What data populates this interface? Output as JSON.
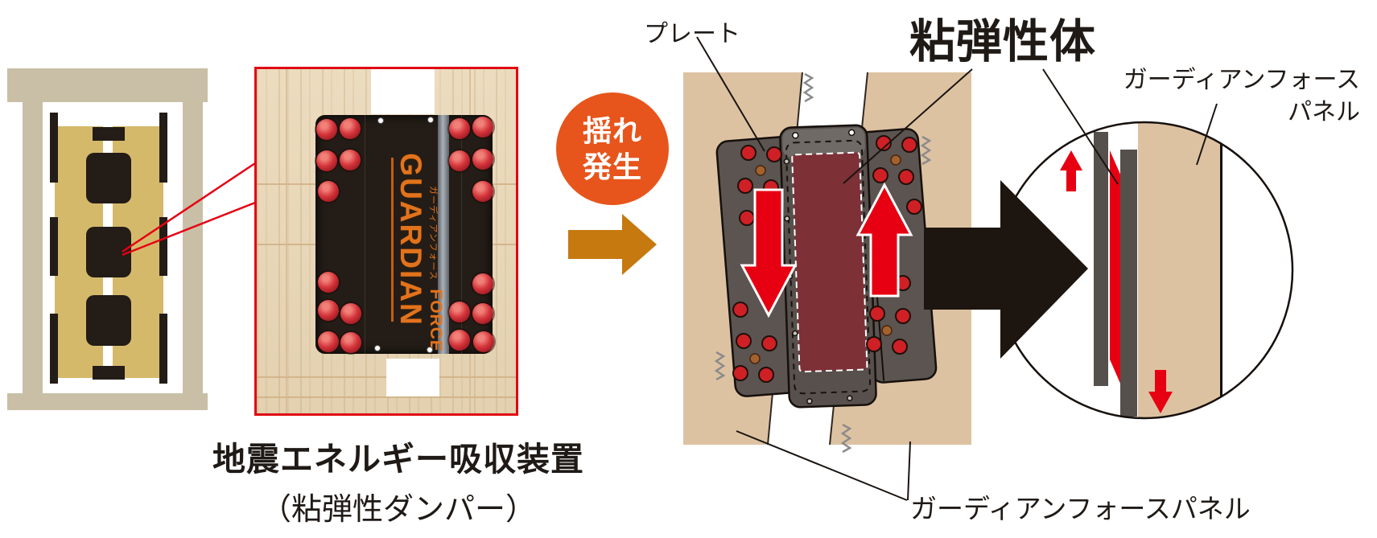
{
  "labels": {
    "plate": "プレート",
    "viscoelastic_body": "粘弾性体",
    "panel_top_line1": "ガーディアンフォース",
    "panel_top_line2": "パネル",
    "panel_bottom": "ガーディアンフォースパネル"
  },
  "caption": {
    "title": "地震エネルギー吸収装置",
    "subtitle": "（粘弾性ダンパー）"
  },
  "shake_badge": {
    "line1": "揺れ",
    "line2": "発生"
  },
  "photo_device": {
    "brand": "GUARDIAN",
    "brand_sub_jp": "ガーディアンフォース",
    "brand_sub_en": "FORCE"
  },
  "icons": {
    "shake_arrow": "right-arrow",
    "impact_arrow": "right-arrow",
    "shear_left": "down-arrow",
    "shear_right": "up-arrow",
    "springs": "zigzag-spring"
  },
  "colors": {
    "accent_red": "#e60012",
    "photo_frame_red": "#e00613",
    "frame_beige": "#c9bfa6",
    "schematic_tan": "#d5b96a",
    "panel_tan": "#ddc2a2",
    "plate_gray": "#57504c",
    "viscoelastic_maroon": "#7d3036",
    "shake_orange": "#e7551c",
    "arrow_orange": "#c6790f",
    "impact_black": "#1d150f",
    "device_black": "#241d17",
    "brand_orange": "#e2731c"
  }
}
